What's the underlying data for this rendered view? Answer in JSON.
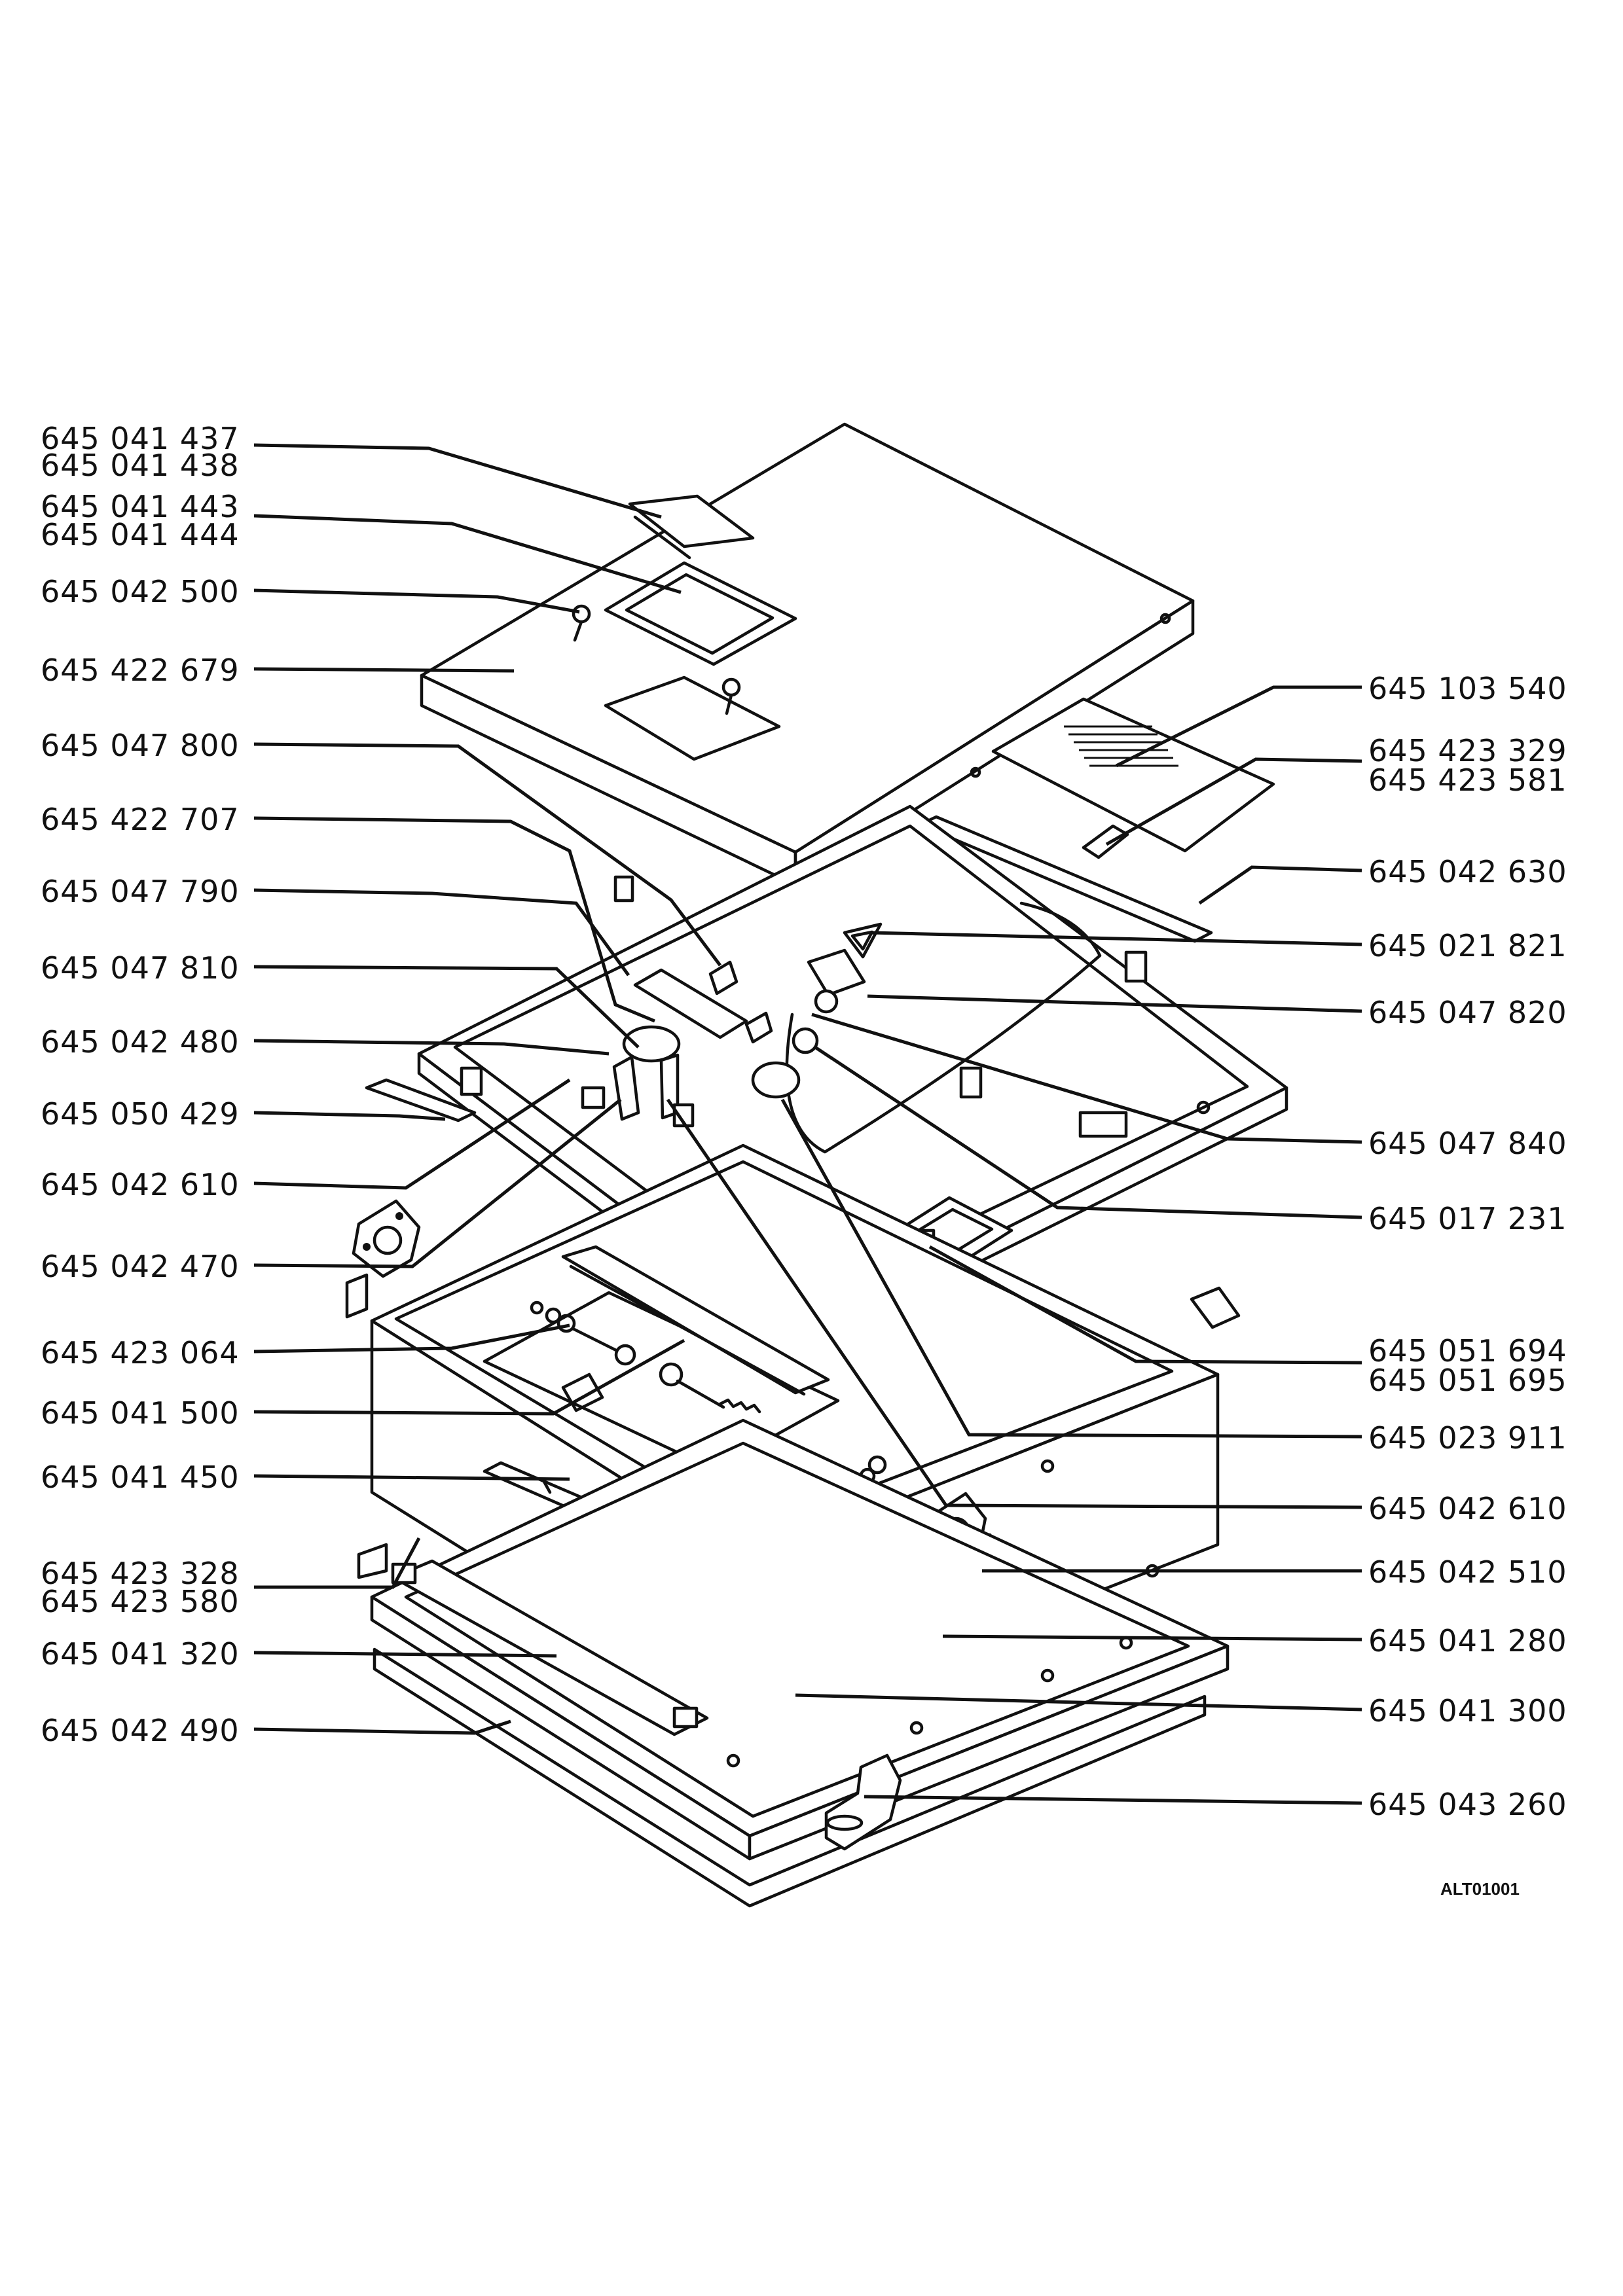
{
  "left_labels": [
    {
      "id": "L1",
      "lines": [
        "645 041 437",
        "645 041 438"
      ]
    },
    {
      "id": "L2",
      "lines": [
        "645 041 443",
        "645 041 444"
      ]
    },
    {
      "id": "L3",
      "lines": [
        "645 042 500"
      ]
    },
    {
      "id": "L4",
      "lines": [
        "645 422 679"
      ]
    },
    {
      "id": "L5",
      "lines": [
        "645 047 800"
      ]
    },
    {
      "id": "L6",
      "lines": [
        "645 422 707"
      ]
    },
    {
      "id": "L7",
      "lines": [
        "645 047 790"
      ]
    },
    {
      "id": "L8",
      "lines": [
        "645 047 810"
      ]
    },
    {
      "id": "L9",
      "lines": [
        "645 042 480"
      ]
    },
    {
      "id": "L10",
      "lines": [
        "645 050 429"
      ]
    },
    {
      "id": "L11",
      "lines": [
        "645 042 610"
      ]
    },
    {
      "id": "L12",
      "lines": [
        "645 042 470"
      ]
    },
    {
      "id": "L13",
      "lines": [
        "645 423 064"
      ]
    },
    {
      "id": "L14",
      "lines": [
        "645 041 500"
      ]
    },
    {
      "id": "L15",
      "lines": [
        "645 041 450"
      ]
    },
    {
      "id": "L16",
      "lines": [
        "645 423 328",
        "645 423 580"
      ]
    },
    {
      "id": "L17",
      "lines": [
        "645 041 320"
      ]
    },
    {
      "id": "L18",
      "lines": [
        "645 042 490"
      ]
    }
  ],
  "right_labels": [
    {
      "id": "R1",
      "lines": [
        "645 103 540"
      ]
    },
    {
      "id": "R2",
      "lines": [
        "645 423 329",
        "645 423 581"
      ]
    },
    {
      "id": "R3",
      "lines": [
        "645 042 630"
      ]
    },
    {
      "id": "R4",
      "lines": [
        "645 021 821"
      ]
    },
    {
      "id": "R5",
      "lines": [
        "645 047 820"
      ]
    },
    {
      "id": "R6",
      "lines": [
        "645 047 840"
      ]
    },
    {
      "id": "R7",
      "lines": [
        "645 017 231"
      ]
    },
    {
      "id": "R8",
      "lines": [
        "645 051 694",
        "645 051 695"
      ]
    },
    {
      "id": "R9",
      "lines": [
        "645 023 911"
      ]
    },
    {
      "id": "R10",
      "lines": [
        "645 042 610"
      ]
    },
    {
      "id": "R11",
      "lines": [
        "645 042 510"
      ]
    },
    {
      "id": "R12",
      "lines": [
        "645 041 280"
      ]
    },
    {
      "id": "R13",
      "lines": [
        "645 041 300"
      ]
    },
    {
      "id": "R14",
      "lines": [
        "645 043 260"
      ]
    }
  ],
  "drawing_code": "ALT01001"
}
